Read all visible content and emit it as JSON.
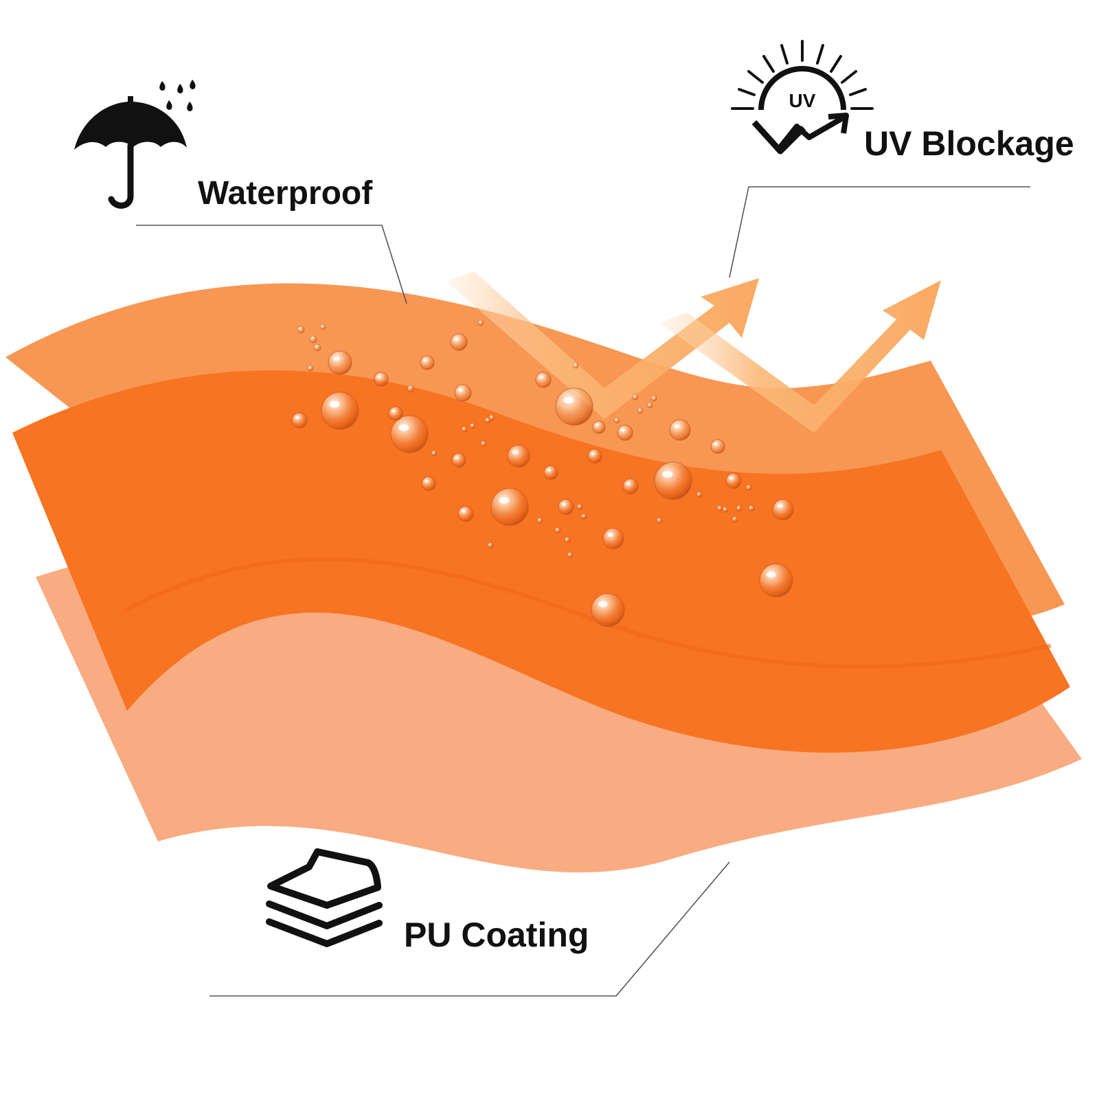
{
  "features": {
    "waterproof": {
      "label": "Waterproof",
      "icon": "umbrella-rain-icon"
    },
    "uv_blockage": {
      "label": "UV Blockage",
      "icon": "uv-sun-reflect-icon",
      "icon_text": "UV"
    },
    "pu_coating": {
      "label": "PU Coating",
      "icon": "layers-icon"
    }
  },
  "colors": {
    "background": "#ffffff",
    "fabric_top": "#f7914a",
    "fabric_middle": "#f77423",
    "fabric_bottom": "#f8a070",
    "uv_arrow": "#f9a95a",
    "leader_line": "#555555",
    "icon_and_text": "#111111"
  }
}
